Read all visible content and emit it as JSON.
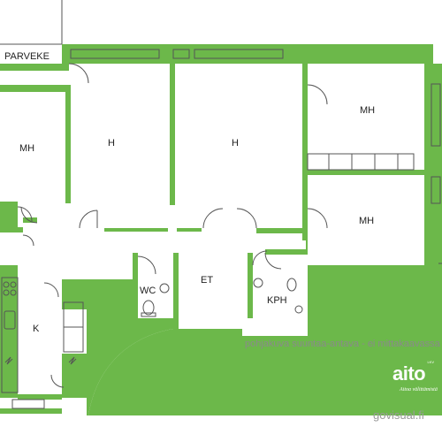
{
  "rooms": {
    "parveke": "PARVEKE",
    "mh_left": "MH",
    "h_left": "H",
    "h_right": "H",
    "mh_top_right": "MH",
    "mh_bottom_right": "MH",
    "wc": "WC",
    "et": "ET",
    "kph": "KPH",
    "k": "K"
  },
  "note": "pohjakuva suuntaa-antava - ei mittakaavassa",
  "logo": {
    "name": "aito",
    "tagline": "Aitoa välittämistä",
    "badge": "LKV"
  },
  "website": "govisual.fi",
  "colors": {
    "wall": "#6cb84a",
    "line": "#444444",
    "background": "#ffffff"
  }
}
